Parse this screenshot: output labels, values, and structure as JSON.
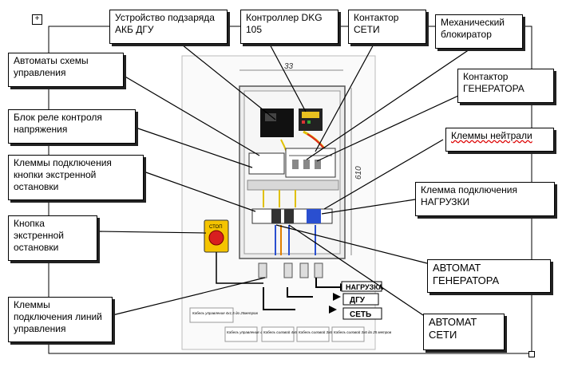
{
  "callouts": {
    "charger": "Устройство подзаряда АКБ ДГУ",
    "controller": "Контроллер DKG 105",
    "contactor_mains": "Контактор СЕТИ",
    "mech_interlock": "Механический блокиратор",
    "control_breakers": "Автоматы схемы управления",
    "contactor_gen": "Контактор ГЕНЕРАТОРА",
    "relay_block": "Блок реле контроля напряжения",
    "neutral_terminals": "Клеммы нейтрали",
    "estop_terminals": "Клеммы подключения кнопки экстренной остановки",
    "load_terminal": "Клемма подключения НАГРУЗКИ",
    "estop_button": "Кнопка экстренной остановки",
    "gen_breaker": "АВТОМАТ ГЕНЕРАТОРА",
    "control_terminals": "Клеммы подключения линий управления",
    "mains_breaker": "АВТОМАТ СЕТИ"
  },
  "dimensions": {
    "width": "33",
    "height": "610"
  },
  "outputs": {
    "load": "НАГРУЗКА",
    "dgu": "ДГУ",
    "mains": "СЕТЬ"
  },
  "button_label": "СТОП",
  "cables": {
    "c1": "Кабель управления 4х1,5 до 25метров",
    "c2": "Кабель управления 4х1,5 до 25 метров",
    "c3": "Кабель силовой 4х6 до 25 метров",
    "c4": "Кабель силовой 3х6 до 25 метров",
    "c5": "Кабель силовой 3х6 до 25 метров"
  }
}
